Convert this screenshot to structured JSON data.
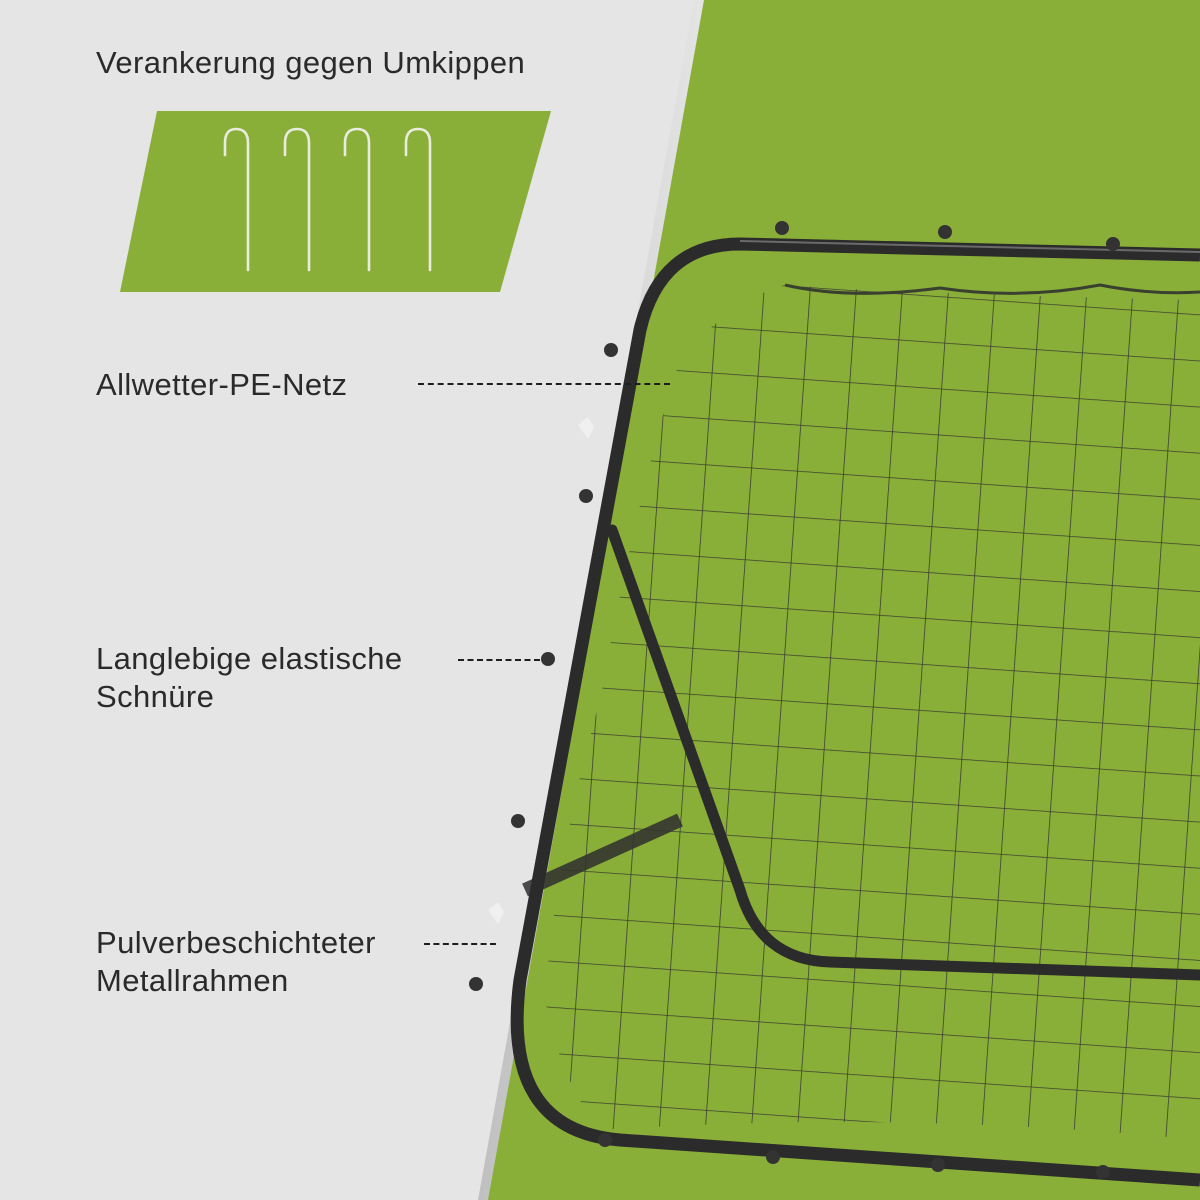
{
  "colors": {
    "background": "#e5e5e5",
    "accent_green": "#8aaf38",
    "frame": "#2b2b2b",
    "net": "#3a4030",
    "text": "#2a2a2a"
  },
  "anchor_section": {
    "title": "Verankerung gegen Umkippen",
    "stake_count": 4,
    "stake_icon": "ground-stake-icon"
  },
  "callouts": [
    {
      "lines": [
        "Allwetter-PE-Netz"
      ]
    },
    {
      "lines": [
        "Langlebige elastische",
        "Schnüre"
      ]
    },
    {
      "lines": [
        "Pulverbeschichteter",
        "Metallrahmen"
      ]
    }
  ],
  "product": {
    "image": "rebound-net-frame"
  }
}
